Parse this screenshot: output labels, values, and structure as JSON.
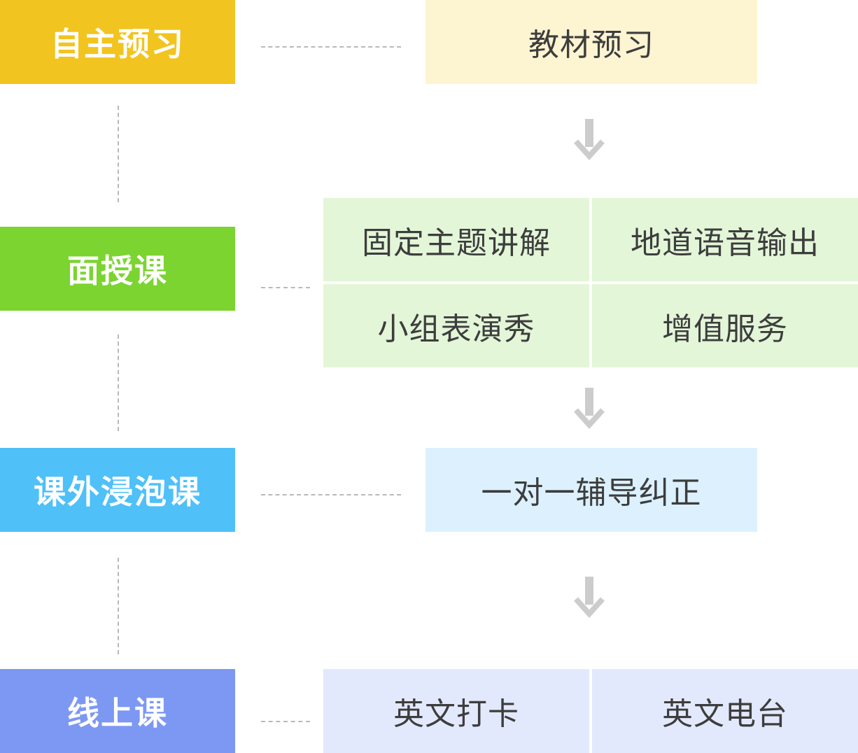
{
  "colors": {
    "stage1": "#F2C41F",
    "stage2": "#7CD430",
    "stage3": "#4FC0F8",
    "stage4": "#7D98F2",
    "item1": "#FDF4D2",
    "item2": "#E3F6D8",
    "item3": "#DCF1FD",
    "item4": "#E3E9FC",
    "arrow": "#CCCCCC"
  },
  "stages": [
    {
      "label": "自主预习",
      "items": [
        "教材预习"
      ]
    },
    {
      "label": "面授课",
      "items": [
        "固定主题讲解",
        "地道语音输出",
        "小组表演秀",
        "增值服务"
      ]
    },
    {
      "label": "课外浸泡课",
      "items": [
        "一对一辅导纠正"
      ]
    },
    {
      "label": "线上课",
      "items": [
        "英文打卡",
        "英文电台"
      ]
    }
  ],
  "icons": [
    "arrow-down-icon"
  ]
}
